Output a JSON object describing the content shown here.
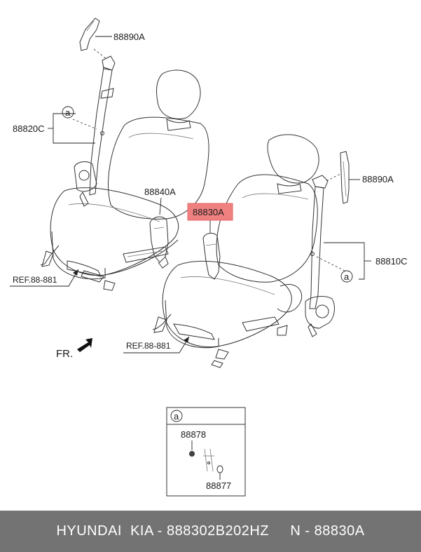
{
  "callouts": {
    "upper_adjuster_left": "88890A",
    "belt_assembly_left": "88820C",
    "buckle_left": "88840A",
    "buckle_right": "88830A",
    "upper_adjuster_right": "88890A",
    "belt_assembly_right": "88810C",
    "ref_left": "REF.88-881",
    "ref_right": "REF.88-881",
    "front_arrow": "FR.",
    "detail_marker": "a",
    "detail_part_top": "88878",
    "detail_part_bottom": "88877"
  },
  "highlight_color": "#f08080",
  "footer": {
    "text": "HYUNDAI  KIA - 888302B202HZ     N - 88830A"
  }
}
